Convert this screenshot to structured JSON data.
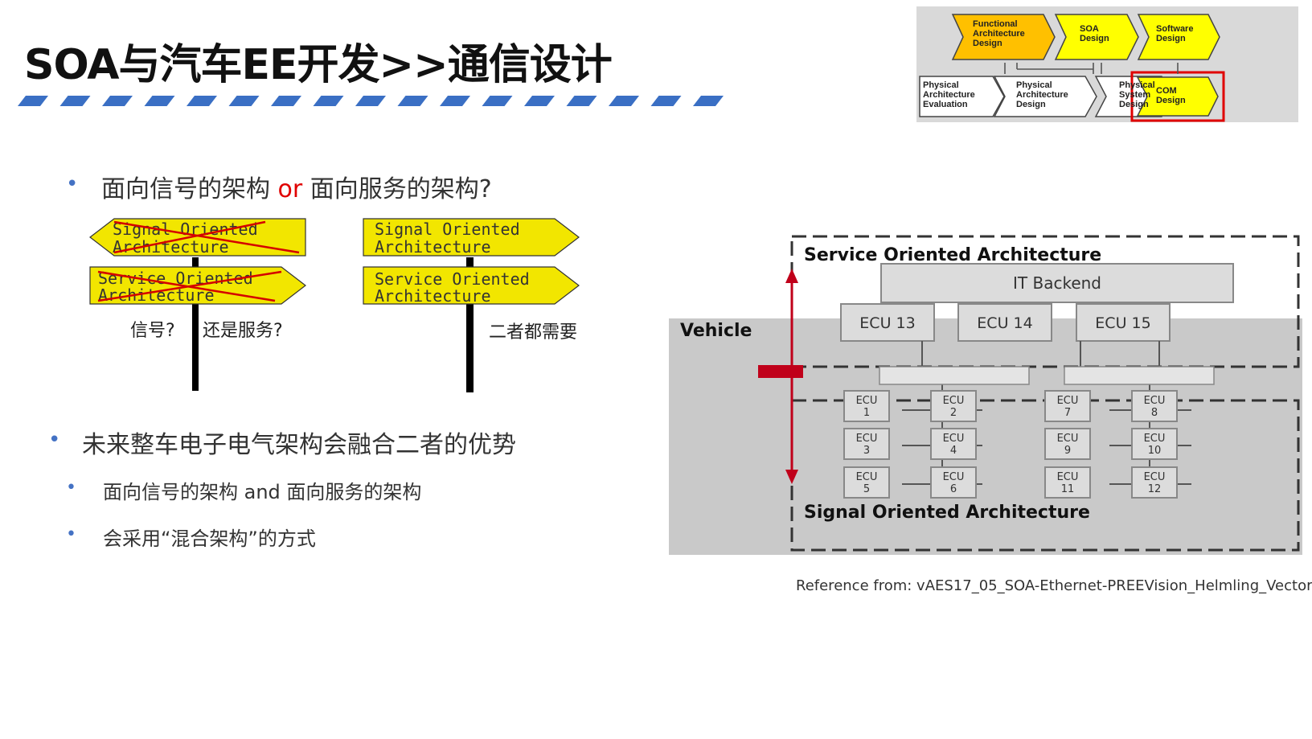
{
  "title": "SOA与汽车EE开发>>通信设计",
  "bullets": {
    "b1": {
      "part1": "面向信号的架构 ",
      "or": "or",
      "part2": " 面向服务的架构?"
    },
    "b2": "未来整车电子电气架构会融合二者的优势",
    "b2_sub1": "面向信号的架构 and 面向服务的架构",
    "b2_sub2": "会采用“混合架构”的方式"
  },
  "signs": {
    "left": {
      "sign1": [
        "Signal Oriented",
        "Architecture"
      ],
      "sign2": [
        "Service Oriented",
        "Architecture"
      ],
      "caption_a": "信号?",
      "caption_b": "还是服务?"
    },
    "right": {
      "sign1": [
        "Signal Oriented",
        "Architecture"
      ],
      "sign2": [
        "Service Oriented",
        "Architecture"
      ],
      "caption": "二者都需要"
    },
    "sign_color": "#f2e600",
    "cross_color": "#d40000"
  },
  "flow": {
    "top_row": [
      [
        "Functional",
        "Architecture",
        "Design"
      ],
      [
        "SOA",
        "Design"
      ],
      [
        "Software",
        "Design"
      ]
    ],
    "bottom_row": [
      [
        "Physical",
        "Architecture",
        "Evaluation"
      ],
      [
        "Physical",
        "Architecture",
        "Design"
      ],
      [
        "Physical",
        "System",
        "Design"
      ],
      [
        "COM",
        "Design"
      ]
    ],
    "highlight_color": "#e00000",
    "orange": "#ffc000",
    "yellow": "#ffff00"
  },
  "arch": {
    "soa_label": "Service Oriented Architecture",
    "it_backend": "IT Backend",
    "vehicle": "Vehicle",
    "gateways": [
      "ECU 13",
      "ECU 14",
      "ECU 15"
    ],
    "ecus": [
      [
        "ECU",
        "1"
      ],
      [
        "ECU",
        "2"
      ],
      [
        "ECU",
        "3"
      ],
      [
        "ECU",
        "4"
      ],
      [
        "ECU",
        "5"
      ],
      [
        "ECU",
        "6"
      ],
      [
        "ECU",
        "7"
      ],
      [
        "ECU",
        "8"
      ],
      [
        "ECU",
        "9"
      ],
      [
        "ECU",
        "10"
      ],
      [
        "ECU",
        "11"
      ],
      [
        "ECU",
        "12"
      ]
    ],
    "sig_label": "Signal Oriented Architecture",
    "arrow_color": "#c0001a"
  },
  "reference": "Reference from: vAES17_05_SOA-Ethernet-PREEVision_Helmling_Vector",
  "dash_color": "#3a6fc4"
}
